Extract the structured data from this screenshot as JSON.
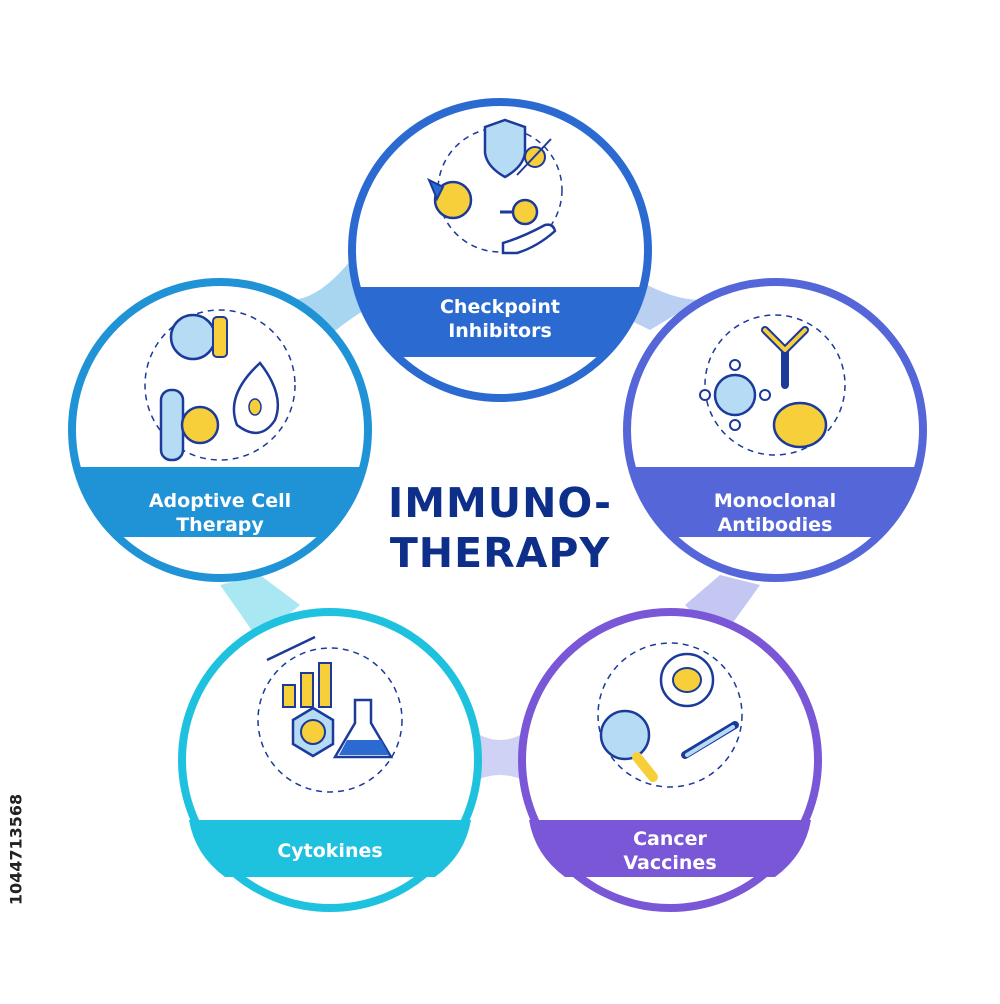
{
  "title": {
    "line1": "IMMUNO-",
    "line2": "THERAPY",
    "color": "#0d2f8a"
  },
  "stock_id": "1044713568",
  "nodes": [
    {
      "key": "checkpoint",
      "line1": "Checkpoint",
      "line2": "Inhibitors",
      "color": "#2b6bd1",
      "icon": "checkpoint-inhibitors-icon"
    },
    {
      "key": "monoclonal",
      "line1": "Monoclonal",
      "line2": "Antibodies",
      "color": "#5566d9",
      "icon": "monoclonal-antibodies-icon"
    },
    {
      "key": "vaccines",
      "line1": "Cancer",
      "line2": "Vaccines",
      "color": "#7a57d6",
      "icon": "cancer-vaccines-icon"
    },
    {
      "key": "cytokines",
      "line1": "Cytokines",
      "line2": "",
      "color": "#1ec2de",
      "icon": "cytokines-icon"
    },
    {
      "key": "adoptive",
      "line1": "Adoptive Cell",
      "line2": "Therapy",
      "color": "#1f93d6",
      "icon": "adoptive-cell-therapy-icon"
    }
  ],
  "icon_colors": {
    "yellow": "#f7cf3a",
    "stroke": "#1b3a9a",
    "light_blue": "#b6dcf5"
  }
}
